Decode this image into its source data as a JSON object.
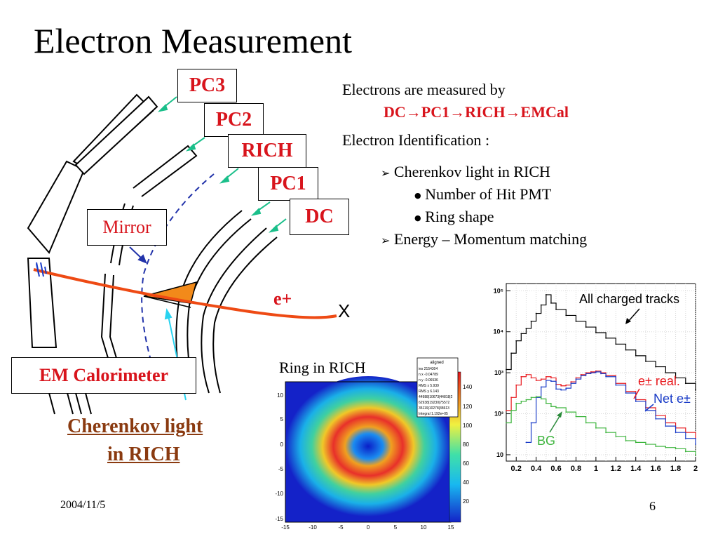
{
  "slide": {
    "title": "Electron Measurement",
    "date": "2004/11/5",
    "page_number": "6"
  },
  "detector": {
    "labels": {
      "pc3": "PC3",
      "pc2": "PC2",
      "rich": "RICH",
      "pc1": "PC1",
      "dc": "DC",
      "mirror": "Mirror",
      "em_calorimeter": "EM Calorimeter",
      "cherenkov_line1": "Cherenkov light",
      "cherenkov_line2": "in RICH",
      "track": "e+",
      "vertex": "X"
    },
    "colors": {
      "label_red": "#d8141c",
      "track": "#ee4a14",
      "cone": "#f28a1a",
      "cherenkov_brown": "#8a3a10",
      "mirror_dash": "#2233aa",
      "arrow_green": "#1abf8a"
    }
  },
  "text": {
    "measured_by": "Electrons are measured by",
    "chain": "DC→PC1→RICH→EMCal",
    "id_title": "Electron Identification :",
    "bullets": [
      {
        "text": "Cherenkov light in RICH",
        "sub": [
          "Number of Hit PMT",
          "Ring shape"
        ]
      },
      {
        "text": "Energy – Momentum matching",
        "sub": []
      }
    ],
    "bullet_glyph": "➢",
    "sub_glyph": "●"
  },
  "ring_plot": {
    "caption": "Ring in RICH",
    "stats": {
      "header": "aligned",
      "rows": [
        "ies 2154304",
        "n x -0.04789",
        "n y -0.06536",
        "RMS x 5.939",
        "RMS y 6.143",
        "44988|10673|44818|2",
        "62938|19230|75572",
        "35119|10278|38613",
        "Integral 1.192e+05"
      ]
    },
    "x_ticks": [
      "-15",
      "-10",
      "-5",
      "0",
      "5",
      "10",
      "15"
    ],
    "y_ticks": [
      "10",
      "5",
      "0",
      "-5",
      "-10",
      "-15"
    ],
    "z_ticks": [
      "140",
      "120",
      "100",
      "80",
      "60",
      "40",
      "20"
    ]
  },
  "chart_data": {
    "type": "line",
    "log_y": true,
    "ylim": [
      7,
      150000
    ],
    "xlim": [
      0.1,
      2.0
    ],
    "x_ticks": [
      "0.2",
      "0.4",
      "0.6",
      "0.8",
      "1",
      "1.2",
      "1.4",
      "1.6",
      "1.8",
      "2"
    ],
    "y_ticks": [
      "10",
      "10²",
      "10³",
      "10⁴",
      "10⁵"
    ],
    "annotations": {
      "all": "All charged tracks",
      "real": "e± real.",
      "net": "Net e±",
      "bg": "BG"
    },
    "series": [
      {
        "name": "All charged tracks",
        "color": "#000000",
        "x": [
          0.1,
          0.15,
          0.2,
          0.25,
          0.3,
          0.35,
          0.4,
          0.45,
          0.5,
          0.55,
          0.6,
          0.7,
          0.8,
          0.9,
          1.0,
          1.1,
          1.2,
          1.3,
          1.4,
          1.5,
          1.6,
          1.7,
          1.8,
          1.9,
          2.0
        ],
        "y": [
          1200,
          3000,
          6000,
          9000,
          12000,
          18000,
          28000,
          45000,
          80000,
          50000,
          35000,
          25000,
          18000,
          13000,
          9500,
          7000,
          5000,
          3600,
          2600,
          1900,
          1400,
          1000,
          750,
          550,
          380
        ]
      },
      {
        "name": "e± real.",
        "color": "#e8171c",
        "x": [
          0.1,
          0.15,
          0.2,
          0.25,
          0.3,
          0.35,
          0.4,
          0.45,
          0.5,
          0.55,
          0.6,
          0.65,
          0.7,
          0.75,
          0.8,
          0.85,
          0.9,
          0.95,
          1.0,
          1.05,
          1.1,
          1.2,
          1.3,
          1.4,
          1.5,
          1.6,
          1.7,
          1.8,
          1.9,
          2.0
        ],
        "y": [
          120,
          250,
          500,
          800,
          900,
          750,
          650,
          700,
          800,
          750,
          520,
          480,
          500,
          600,
          750,
          900,
          1000,
          1050,
          1100,
          1000,
          850,
          550,
          350,
          220,
          140,
          90,
          60,
          45,
          35,
          25
        ]
      },
      {
        "name": "Net e±",
        "color": "#1a3cc8",
        "x": [
          0.3,
          0.35,
          0.4,
          0.45,
          0.5,
          0.55,
          0.6,
          0.65,
          0.7,
          0.75,
          0.8,
          0.85,
          0.9,
          0.95,
          1.0,
          1.05,
          1.1,
          1.2,
          1.3,
          1.4,
          1.5,
          1.6,
          1.7,
          1.8,
          1.9,
          2.0
        ],
        "y": [
          20,
          60,
          250,
          450,
          650,
          620,
          400,
          380,
          420,
          550,
          700,
          850,
          950,
          1000,
          1050,
          950,
          800,
          500,
          320,
          200,
          120,
          75,
          50,
          35,
          25,
          18
        ]
      },
      {
        "name": "BG",
        "color": "#3cb43c",
        "x": [
          0.1,
          0.15,
          0.2,
          0.25,
          0.3,
          0.35,
          0.4,
          0.45,
          0.5,
          0.55,
          0.6,
          0.7,
          0.8,
          0.9,
          1.0,
          1.1,
          1.2,
          1.3,
          1.4,
          1.5,
          1.6,
          1.7,
          1.8,
          1.9,
          2.0
        ],
        "y": [
          60,
          120,
          180,
          200,
          220,
          250,
          260,
          230,
          180,
          150,
          140,
          110,
          85,
          60,
          45,
          35,
          28,
          22,
          20,
          18,
          16,
          15,
          14,
          12,
          10
        ]
      }
    ]
  }
}
